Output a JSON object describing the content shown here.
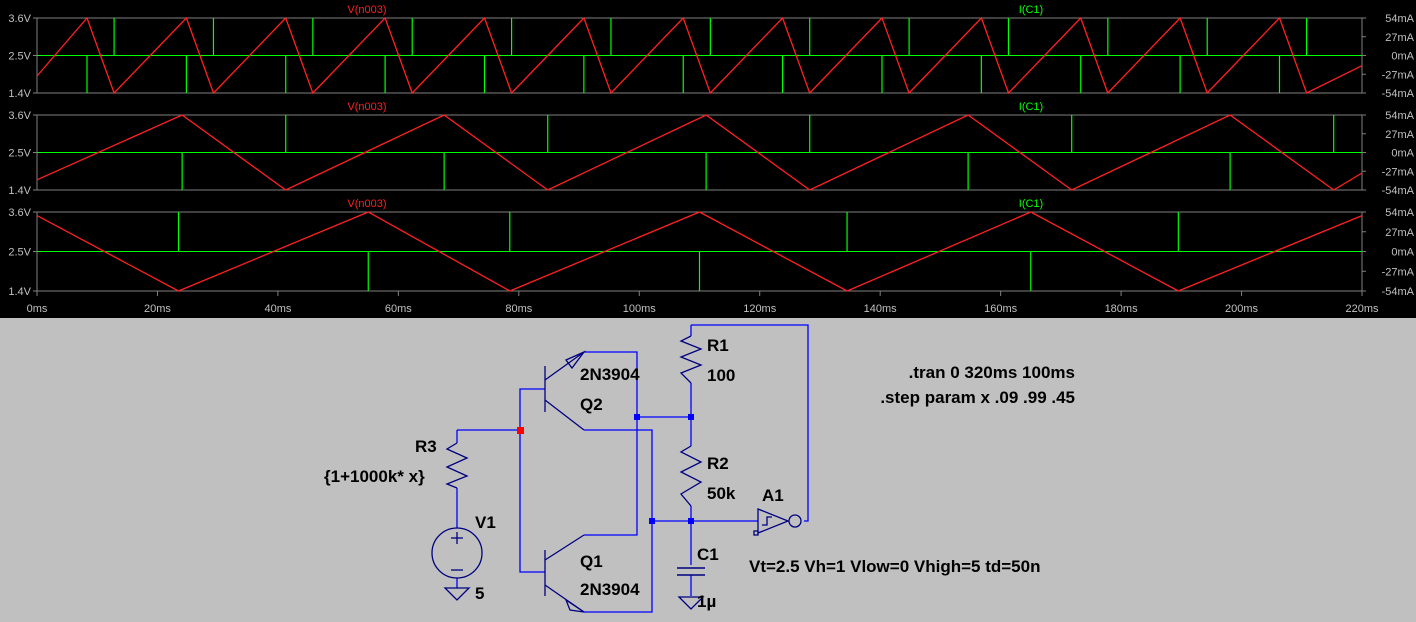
{
  "waveform": {
    "panes": [
      {
        "trace_v_label": "V(n003)",
        "trace_i_label": "I(C1)",
        "left_ticks": [
          "3.6V",
          "2.5V",
          "1.4V"
        ],
        "right_ticks": [
          "54mA",
          "27mA",
          "0mA",
          "-27mA",
          "-54mA"
        ],
        "v_range": [
          1.4,
          3.6
        ],
        "i_range": [
          -54,
          54
        ],
        "v_peak_times_ms": [
          8.3,
          24.8,
          41.3,
          57.8,
          74.3,
          90.8,
          107.3,
          123.8,
          140.3,
          156.8,
          173.3,
          189.8,
          206.3
        ],
        "v_trough_times_ms": [
          12.8,
          29.3,
          45.8,
          62.3,
          78.8,
          95.3,
          111.8,
          128.3,
          144.8,
          161.3,
          177.8,
          194.3,
          210.8
        ],
        "v_start": 1.9,
        "v_end": 2.2,
        "i_spike_up_times_ms": [
          12.8,
          29.3,
          45.8,
          62.3,
          78.8,
          95.3,
          111.8,
          128.3,
          144.8,
          161.3,
          177.8,
          194.3,
          210.8
        ],
        "i_spike_down_times_ms": [
          8.3,
          24.8,
          41.3,
          57.8,
          74.3,
          90.8,
          107.3,
          123.8,
          140.3,
          156.8,
          173.3,
          189.8,
          206.3
        ],
        "i_spike_mA": 54
      },
      {
        "trace_v_label": "V(n003)",
        "trace_i_label": "I(C1)",
        "left_ticks": [
          "3.6V",
          "2.5V",
          "1.4V"
        ],
        "right_ticks": [
          "54mA",
          "27mA",
          "0mA",
          "-27mA",
          "-54mA"
        ],
        "v_range": [
          1.4,
          3.6
        ],
        "i_range": [
          -54,
          54
        ],
        "v_peak_times_ms": [
          24.1,
          67.6,
          111.1,
          154.6,
          198.1
        ],
        "v_trough_times_ms": [
          41.3,
          84.8,
          128.3,
          171.8,
          215.3
        ],
        "v_start": 1.7,
        "v_end": 1.9,
        "i_spike_up_times_ms": [
          41.3,
          84.8,
          128.3,
          171.8,
          215.3
        ],
        "i_spike_down_times_ms": [
          24.1,
          67.6,
          111.1,
          154.6,
          198.1
        ],
        "i_spike_mA": 54
      },
      {
        "trace_v_label": "V(n003)",
        "trace_i_label": "I(C1)",
        "left_ticks": [
          "3.6V",
          "2.5V",
          "1.4V"
        ],
        "right_ticks": [
          "54mA",
          "27mA",
          "0mA",
          "-27mA",
          "-54mA"
        ],
        "v_range": [
          1.4,
          3.6
        ],
        "i_range": [
          -54,
          54
        ],
        "v_peak_times_ms": [
          55.0,
          110.0,
          165.0
        ],
        "v_trough_times_ms": [
          23.5,
          78.5,
          134.5,
          189.5
        ],
        "v_start": 3.5,
        "v_end": 3.5,
        "i_spike_up_times_ms": [
          23.5,
          78.5,
          134.5,
          189.5
        ],
        "i_spike_down_times_ms": [
          55.0,
          110.0,
          165.0
        ],
        "i_spike_mA": 54
      }
    ],
    "x_axis_ticks": [
      "0ms",
      "20ms",
      "40ms",
      "60ms",
      "80ms",
      "100ms",
      "120ms",
      "140ms",
      "160ms",
      "180ms",
      "200ms",
      "220ms"
    ],
    "x_range_ms": [
      0,
      220
    ],
    "colors": {
      "background": "#000000",
      "voltage": "#ff2020",
      "current": "#00ff00",
      "axis": "#808080",
      "label_text": "#c0c0c0"
    }
  },
  "schematic": {
    "q2": {
      "name": "Q2",
      "model": "2N3904"
    },
    "q1": {
      "name": "Q1",
      "model": "2N3904"
    },
    "r1": {
      "name": "R1",
      "value": "100"
    },
    "r2": {
      "name": "R2",
      "value": "50k"
    },
    "r3": {
      "name": "R3",
      "value": "{1+1000k* x}"
    },
    "v1": {
      "name": "V1",
      "value": "5"
    },
    "c1": {
      "name": "C1",
      "value": "1µ"
    },
    "a1": {
      "name": "A1",
      "params": "Vt=2.5 Vh=1 Vlow=0 Vhigh=5 td=50n"
    },
    "directives": [
      ".tran 0 320ms 100ms",
      ".step param x .09 .99 .45"
    ],
    "colors": {
      "wire": "#0000ff",
      "component": "#000080",
      "junction": "#0000ff",
      "selected_junction": "#ff0000",
      "background": "#c0c0c0"
    }
  }
}
